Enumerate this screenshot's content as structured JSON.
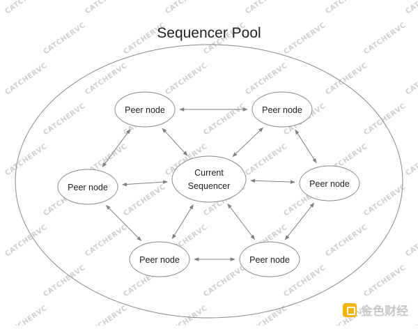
{
  "diagram": {
    "title": "Sequencer Pool",
    "center_node": {
      "line1": "Current",
      "line2": "Sequencer"
    },
    "peer_nodes": [
      {
        "id": "top-left",
        "label": "Peer node"
      },
      {
        "id": "top-right",
        "label": "Peer node"
      },
      {
        "id": "mid-left",
        "label": "Peer node"
      },
      {
        "id": "mid-right",
        "label": "Peer node"
      },
      {
        "id": "bottom-left",
        "label": "Peer node"
      },
      {
        "id": "bottom-right",
        "label": "Peer node"
      }
    ],
    "connections": [
      [
        "top-left",
        "top-right"
      ],
      [
        "top-left",
        "mid-left"
      ],
      [
        "top-left",
        "center"
      ],
      [
        "top-right",
        "center"
      ],
      [
        "top-right",
        "mid-right"
      ],
      [
        "mid-left",
        "center"
      ],
      [
        "center",
        "mid-right"
      ],
      [
        "mid-left",
        "bottom-left"
      ],
      [
        "center",
        "bottom-left"
      ],
      [
        "center",
        "bottom-right"
      ],
      [
        "mid-right",
        "bottom-right"
      ],
      [
        "bottom-left",
        "bottom-right"
      ]
    ],
    "colors": {
      "stroke": "#8a8a8a",
      "arrow": "#808080",
      "text": "#222222",
      "watermark": "#cfcfcf",
      "logo_accent": "#f4b400"
    }
  },
  "watermark": {
    "text": "CATCHERVC"
  },
  "logo": {
    "text": "金色财经"
  }
}
